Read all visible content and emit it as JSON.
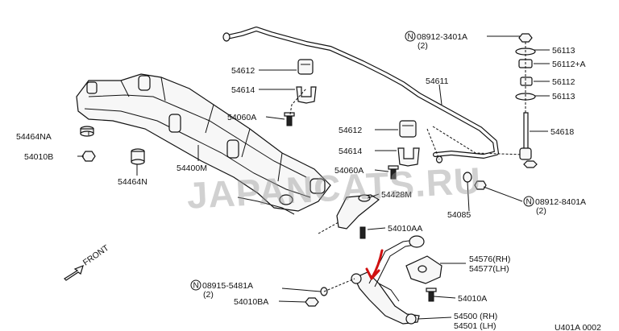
{
  "labels": {
    "p08912_3401a": "08912-3401A",
    "p08912_3401a_qty": "(2)",
    "p56113_top": "56113",
    "p56112a": "56112+A",
    "p56112": "56112",
    "p56113_bot": "56113",
    "p54618": "54618",
    "p54611": "54611",
    "p54612_top": "54612",
    "p54614_top": "54614",
    "p54060a_top": "54060A",
    "p54612_mid": "54612",
    "p54614_mid": "54614",
    "p54060a_mid": "54060A",
    "p54428m": "54428M",
    "p54085": "54085",
    "p08912_8401a": "08912-8401A",
    "p08912_8401a_qty": "(2)",
    "p54010aa": "54010AA",
    "p54576": "54576(RH)",
    "p54577": "54577(LH)",
    "p54010a": "54010A",
    "p54500": "54500 (RH)",
    "p54501": "54501 (LH)",
    "p08915_5481a": "08915-5481A",
    "p08915_5481a_qty": "(2)",
    "p54010ba": "54010BA",
    "p54464na": "54464NA",
    "p54010b": "54010B",
    "p54464n": "54464N",
    "p54400m": "54400M",
    "front": "FRONT",
    "circle_n": "N",
    "diagram_id": "U401A 0002",
    "watermark": "JAPANCATS.RU"
  }
}
